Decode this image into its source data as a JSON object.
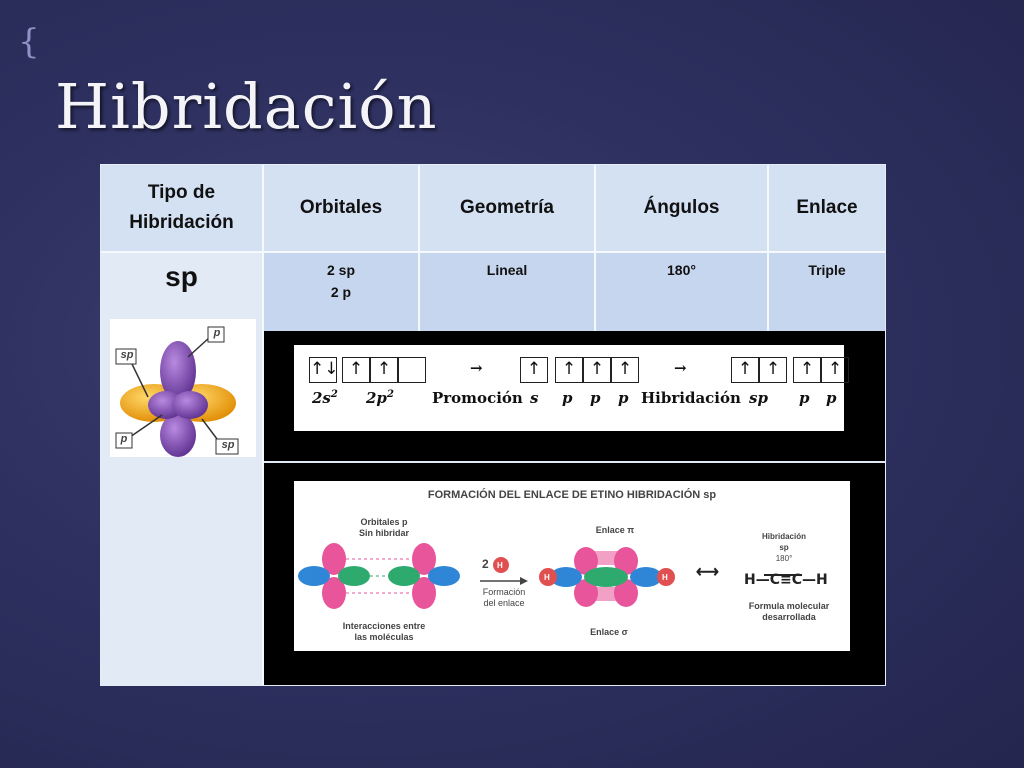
{
  "slide": {
    "title": "Hibridación"
  },
  "table": {
    "headers": {
      "tipo_line1": "Tipo de",
      "tipo_line2": "Hibridación",
      "orbitales": "Orbitales",
      "geometria": "Geometría",
      "angulos": "Ángulos",
      "enlace": "Enlace"
    },
    "row": {
      "tipo": "sp",
      "orbitales_line1": "2 sp",
      "orbitales_line2": "2  p",
      "geometria": "Lineal",
      "angulos": "180°",
      "enlace": "Triple"
    }
  },
  "orbital_image": {
    "labels": {
      "p_top": "p",
      "sp_left": "sp",
      "p_bottom": "p",
      "sp_bottom": "sp"
    }
  },
  "orbital_diagram": {
    "box_2s": "↑↓",
    "box_up": "↑",
    "label_2s": "2s",
    "label_2s_sup": "2",
    "label_2p": "2p",
    "label_2p_sup": "2",
    "arrow": "→",
    "promocion": "Promoción",
    "s": "s",
    "p": "p",
    "hibridacion": "Hibridación",
    "sp": "sp"
  },
  "ethyne_figure": {
    "title": "FORMACIÓN DEL ENLACE DE ETINO HIBRIDACIÓN sp",
    "orbitales_p_line1": "Orbitales p",
    "orbitales_p_line2": "Sin hibridar",
    "interacciones_line1": "Interacciones entre",
    "interacciones_line2": "las moléculas",
    "coef": "2",
    "h": "H",
    "formacion_line1": "Formación",
    "formacion_line2": "del enlace",
    "enlace_pi": "Enlace π",
    "enlace_sigma": "Enlace σ",
    "hib_line1": "Hibridación",
    "hib_line2": "sp",
    "hib_line3": "180°",
    "formula": "H—C≡C—H",
    "formula_line1": "Formula molecular",
    "formula_line2": "desarrollada",
    "double_arrow": "⟷"
  },
  "colors": {
    "background": "#2e3060",
    "table_header": "#d4e1f3",
    "table_row": "#c6d6ef",
    "purple": "#8a5cc0",
    "orange": "#f2a51c",
    "pink": "#e8559a",
    "blue": "#2f86d6",
    "green": "#2eaa6e"
  }
}
